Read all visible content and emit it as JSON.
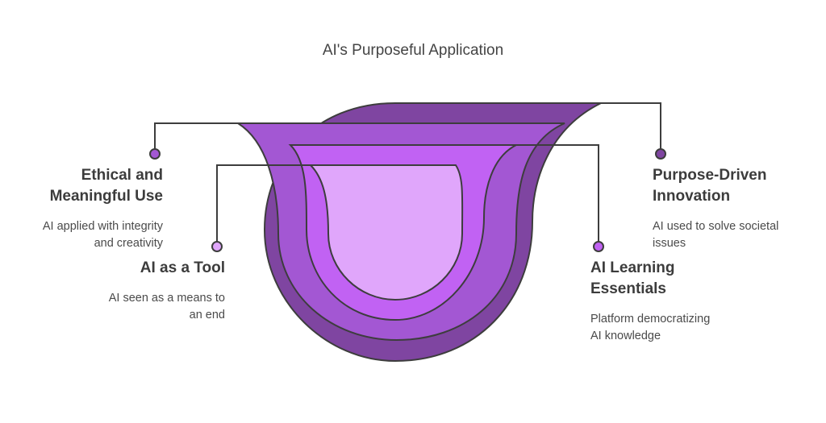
{
  "title": "AI's Purposeful Application",
  "colors": {
    "outer": "#7f45a1",
    "second": "#a357d3",
    "third": "#c162f3",
    "inner": "#e0a6fb",
    "stroke": "#3d3d3d",
    "dot_ethical": "#a357d3",
    "dot_tool": "#e0a6fb",
    "dot_learning": "#c162f3",
    "dot_purpose": "#7f45a1"
  },
  "labels": {
    "ethical": {
      "heading": [
        "Ethical and",
        "Meaningful Use"
      ],
      "desc": [
        "AI applied with integrity",
        "and creativity"
      ]
    },
    "tool": {
      "heading": [
        "AI as a Tool"
      ],
      "desc": [
        "AI seen as a means to",
        "an end"
      ]
    },
    "purpose": {
      "heading": [
        "Purpose-Driven",
        "Innovation"
      ],
      "desc": [
        "AI used to solve societal",
        "issues"
      ]
    },
    "learning": {
      "heading": [
        "AI Learning",
        "Essentials"
      ],
      "desc": [
        "Platform democratizing",
        "AI knowledge"
      ]
    }
  }
}
